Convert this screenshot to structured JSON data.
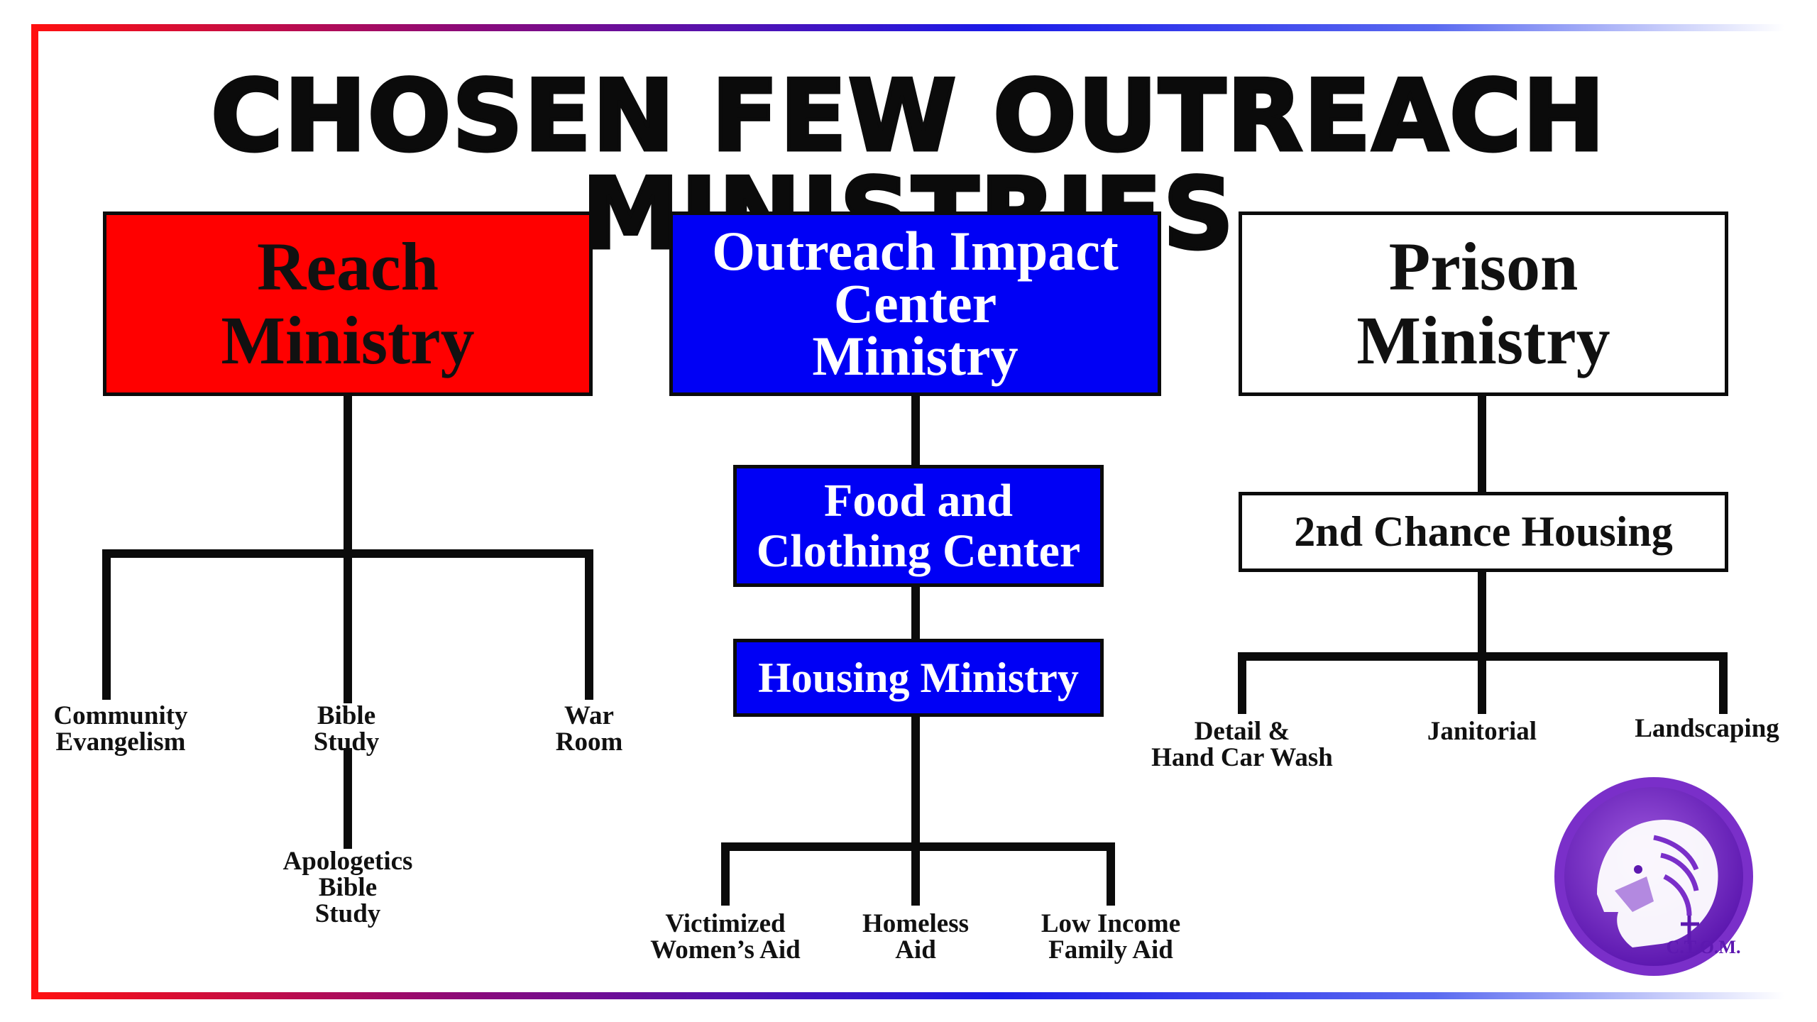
{
  "title": "CHOSEN FEW OUTREACH MINISTRIES",
  "colors": {
    "red": "#ff0000",
    "blue": "#0000f5",
    "logo_purple": "#7a2fc9"
  },
  "reach": {
    "line1": "Reach",
    "line2": "Ministry",
    "children": {
      "community": [
        "Community",
        "Evangelism"
      ],
      "bible": [
        "Bible",
        "Study"
      ],
      "war": [
        "War",
        "Room"
      ]
    },
    "apologetics": [
      "Apologetics",
      "Bible",
      "Study"
    ]
  },
  "impact": {
    "line1": "Outreach Impact",
    "line2": "Center",
    "line3": "Ministry",
    "food": [
      "Food and",
      "Clothing Center"
    ],
    "housing": "Housing Ministry",
    "children": {
      "women": [
        "Victimized",
        "Women’s Aid"
      ],
      "homeless": [
        "Homeless",
        "Aid"
      ],
      "lowincome": [
        "Low Income",
        "Family Aid"
      ]
    }
  },
  "prison": {
    "line1": "Prison",
    "line2": "Ministry",
    "housing": "2nd Chance Housing",
    "children": {
      "detail": [
        "Detail &",
        "Hand Car Wash"
      ],
      "janitorial": "Janitorial",
      "landscaping": "Landscaping"
    }
  },
  "logo": {
    "icon": "lion-head-icon",
    "text": "C.T.O.M."
  }
}
